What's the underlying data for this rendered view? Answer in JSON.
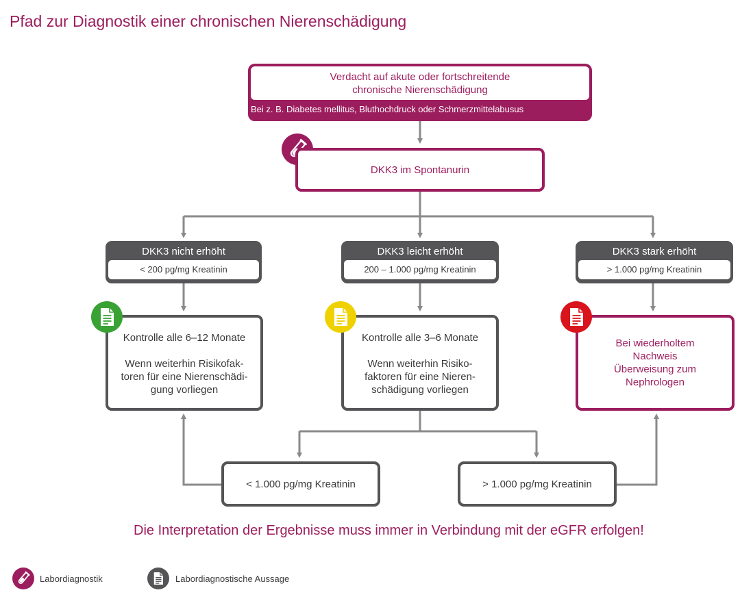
{
  "title": "Pfad zur Diagnostik einer chronischen Nierenschädigung",
  "top_box": {
    "line1": "Verdacht auf akute oder fortschreitende",
    "line2": "chronische Nierenschädigung",
    "sub": "Bei z. B. Diabetes mellitus, Bluthochdruck oder Schmerzmittelabusus"
  },
  "dkk3_box": "DKK3 im Spontanurin",
  "categories": [
    {
      "header": "DKK3 nicht erhöht",
      "range": "< 200 pg/mg Kreatinin"
    },
    {
      "header": "DKK3 leicht erhöht",
      "range": "200 – 1.000 pg/mg Kreatinin"
    },
    {
      "header": "DKK3 stark erhöht",
      "range": "> 1.000 pg/mg Kreatinin"
    }
  ],
  "results": [
    {
      "line1": "Kontrolle alle 6–12 Monate",
      "l2": "Wenn weiterhin Risikofak-",
      "l3": "toren für eine Nierenschädi-",
      "l4": "gung vorliegen"
    },
    {
      "line1": "Kontrolle alle 3–6 Monate",
      "l2": "Wenn weiterhin Risiko-",
      "l3": "faktoren für eine Nieren-",
      "l4": "schädigung vorliegen"
    },
    {
      "l1": "Bei wiederholtem",
      "l2": "Nachweis",
      "l3": "Überweisung zum",
      "l4": "Nephrologen"
    }
  ],
  "followups": [
    "< 1.000 pg/mg Kreatinin",
    "> 1.000 pg/mg Kreatinin"
  ],
  "note": "Die Interpretation der Ergebnisse muss immer in Verbindung mit der eGFR erfolgen!",
  "legend": {
    "lab": "Labordiagnostik",
    "statement": "Labordiagnostische Aussage"
  },
  "colors": {
    "accent": "#9c1d5e",
    "gray": "#555557",
    "green": "#3aa235",
    "yellow": "#f0d100",
    "red": "#d9141c"
  },
  "icons": {
    "lab": "test-tube-icon",
    "statement": "document-icon"
  }
}
